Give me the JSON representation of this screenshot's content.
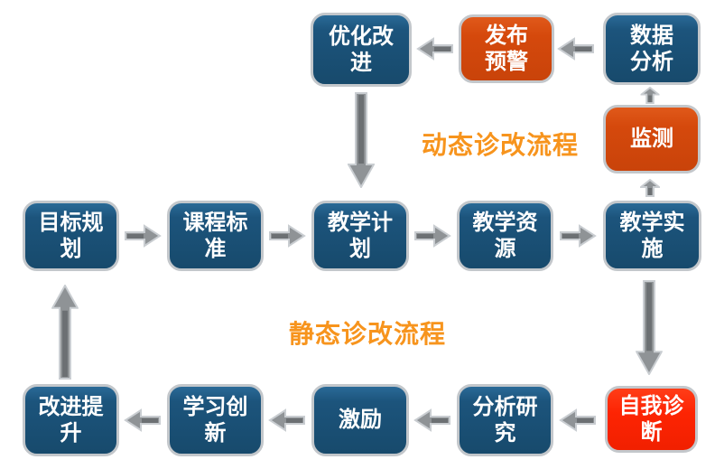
{
  "diagram": {
    "flow_labels": {
      "dynamic": "动态诊改流程",
      "static": "静态诊改流程"
    },
    "nodes": {
      "optimize_improve": {
        "label": "优化改\n进",
        "color_type": "blue"
      },
      "publish_warning": {
        "label": "发布\n预警",
        "color_type": "orange"
      },
      "data_analysis": {
        "label": "数据\n分析",
        "color_type": "blue"
      },
      "monitor": {
        "label": "监测",
        "color_type": "orange"
      },
      "goal_planning": {
        "label": "目标规\n划",
        "color_type": "blue"
      },
      "course_standard": {
        "label": "课程标\n准",
        "color_type": "blue"
      },
      "teaching_plan": {
        "label": "教学计\n划",
        "color_type": "blue"
      },
      "teaching_resource": {
        "label": "教学资\n源",
        "color_type": "blue"
      },
      "teaching_implement": {
        "label": "教学实\n施",
        "color_type": "blue"
      },
      "improve_promote": {
        "label": "改进提\n升",
        "color_type": "blue"
      },
      "learning_innovation": {
        "label": "学习创\n新",
        "color_type": "blue"
      },
      "incentive": {
        "label": "激励",
        "color_type": "blue"
      },
      "analysis_research": {
        "label": "分析研\n究",
        "color_type": "blue"
      },
      "self_diagnosis": {
        "label": "自我诊\n断",
        "color_type": "red"
      }
    },
    "connections": [
      {
        "from": "data_analysis",
        "to": "publish_warning"
      },
      {
        "from": "publish_warning",
        "to": "optimize_improve"
      },
      {
        "from": "optimize_improve",
        "to": "teaching_plan"
      },
      {
        "from": "monitor",
        "to": "data_analysis"
      },
      {
        "from": "teaching_implement",
        "to": "monitor"
      },
      {
        "from": "goal_planning",
        "to": "course_standard"
      },
      {
        "from": "course_standard",
        "to": "teaching_plan"
      },
      {
        "from": "teaching_plan",
        "to": "teaching_resource"
      },
      {
        "from": "teaching_resource",
        "to": "teaching_implement"
      },
      {
        "from": "teaching_implement",
        "to": "self_diagnosis"
      },
      {
        "from": "self_diagnosis",
        "to": "analysis_research"
      },
      {
        "from": "analysis_research",
        "to": "incentive"
      },
      {
        "from": "incentive",
        "to": "learning_innovation"
      },
      {
        "from": "learning_innovation",
        "to": "improve_promote"
      },
      {
        "from": "improve_promote",
        "to": "goal_planning"
      }
    ],
    "colors": {
      "node_blue": "#1C547C",
      "node_orange": "#D5490C",
      "node_red": "#FD2403",
      "node_border": "#C3C7CB",
      "node_text": "#FFFFFF",
      "flow_label_orange": "#F7941D",
      "arrow_fill": "#8F9396",
      "arrow_core": "#6C7073",
      "arrow_outline": "#C9CDD1",
      "background": "#FFFFFF"
    }
  }
}
